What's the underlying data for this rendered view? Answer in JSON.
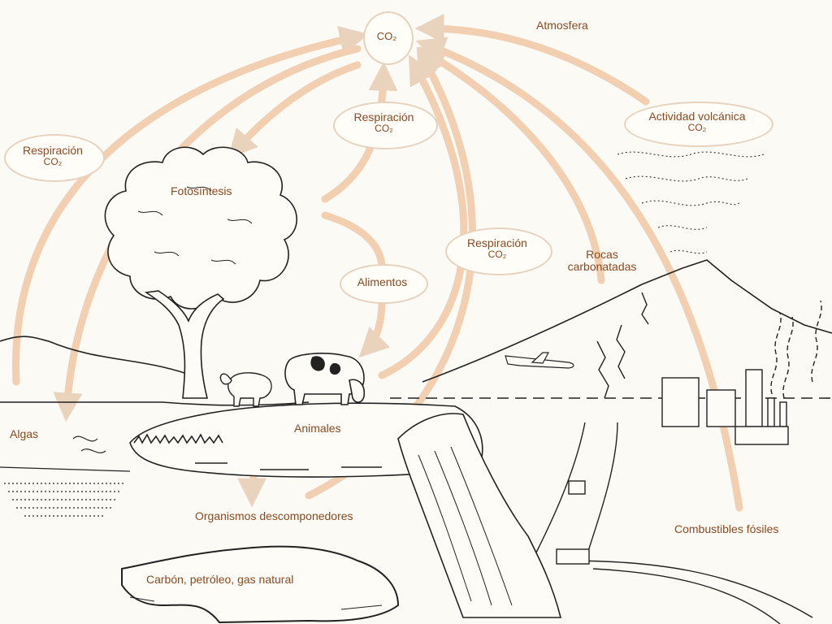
{
  "labels": {
    "co2_center": "CO₂",
    "atmosfera": "Atmosfera",
    "respiracion_left": "Respiración",
    "respiracion_left_co2": "CO₂",
    "respiracion_top": "Respiración",
    "respiracion_top_co2": "CO₂",
    "actividad_volcanica": "Actividad volcánica",
    "actividad_volcanica_co2": "CO₂",
    "fotosintesis": "Fotosíntesis",
    "alimentos": "Alimentos",
    "respiracion_mid": "Respiración",
    "respiracion_mid_co2": "CO₂",
    "rocas": "Rocas",
    "carbonatadas": "carbonatadas",
    "algas": "Algas",
    "animales": "Animales",
    "organismos": "Organismos descomponedores",
    "carbon": "Carbón, petróleo, gas natural",
    "combustibles": "Combustibles fósiles"
  },
  "colors": {
    "arrow": "#f1cfb0",
    "text": "#8a4a22",
    "ink": "#222222"
  }
}
